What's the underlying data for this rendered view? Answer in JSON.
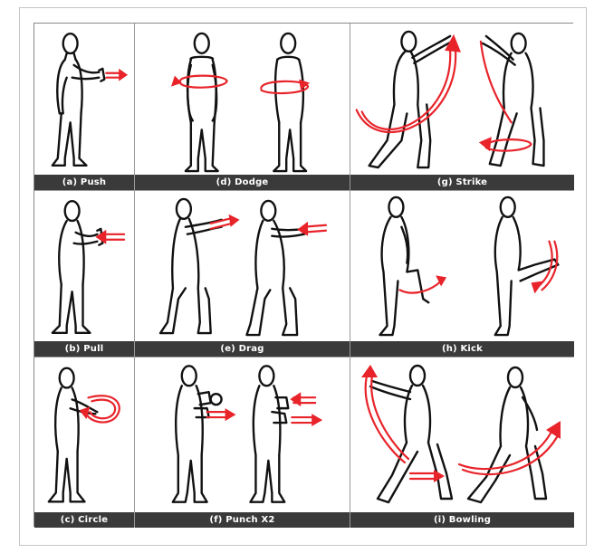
{
  "panels": [
    {
      "caption": "(a) Push"
    },
    {
      "caption": "(d) Dodge"
    },
    {
      "caption": "(g) Strike"
    },
    {
      "caption": "(b) Pull"
    },
    {
      "caption": "(e) Drag"
    },
    {
      "caption": "(h) Kick"
    },
    {
      "caption": "(c) Circle"
    },
    {
      "caption": "(f) Punch X2"
    },
    {
      "caption": "(i) Bowling"
    }
  ],
  "colors": {
    "arrow": "#e8232a",
    "figure": "#111111",
    "caption_bg": "#3a3a3a",
    "caption_text": "#ffffff"
  }
}
